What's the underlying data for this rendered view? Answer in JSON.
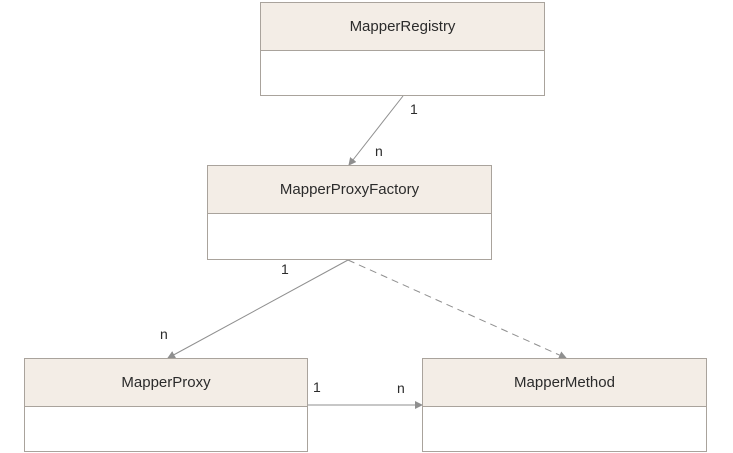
{
  "classes": {
    "mapper_registry": {
      "name": "MapperRegistry"
    },
    "mapper_proxy_factory": {
      "name": "MapperProxyFactory"
    },
    "mapper_proxy": {
      "name": "MapperProxy"
    },
    "mapper_method": {
      "name": "MapperMethod"
    }
  },
  "associations": {
    "registry_to_factory": {
      "source_multiplicity": "1",
      "target_multiplicity": "n",
      "style": "solid"
    },
    "factory_to_proxy": {
      "source_multiplicity": "1",
      "target_multiplicity": "n",
      "style": "solid"
    },
    "factory_to_method": {
      "style": "dashed"
    },
    "proxy_to_method": {
      "source_multiplicity": "1",
      "target_multiplicity": "n",
      "style": "solid"
    }
  },
  "colors": {
    "header_fill": "#f3ede6",
    "border": "#a9a39c",
    "line": "#8f8f8f",
    "text": "#2b2b2b"
  }
}
